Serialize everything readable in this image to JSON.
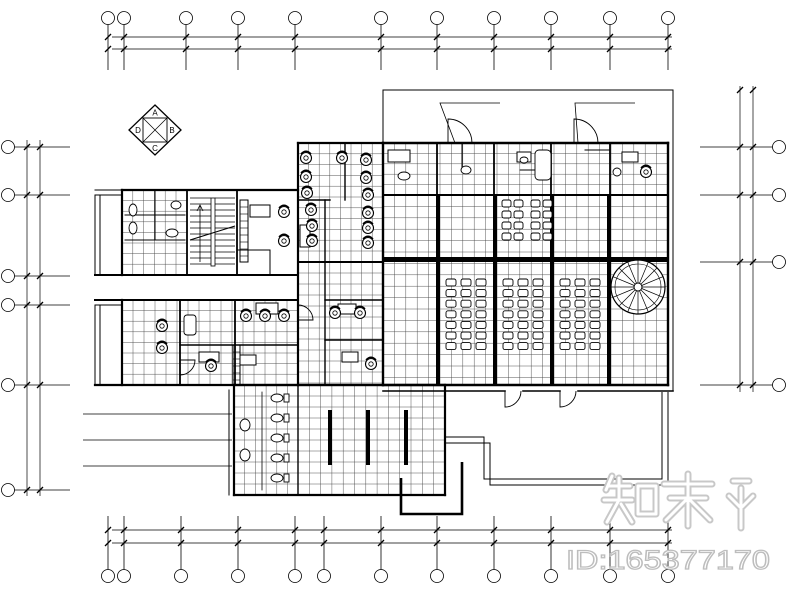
{
  "drawing": {
    "line_color": "#000000",
    "background_color": "#ffffff"
  },
  "compass": {
    "icon": "elevation-index-icon",
    "label_top": "A",
    "label_right": "B",
    "label_bottom": "C",
    "label_left": "D"
  },
  "stair": {
    "icon": "spiral-staircase-icon"
  },
  "watermark": {
    "logo_text": "知末",
    "id_text": "ID:165377170",
    "color": "#c8c8c8"
  }
}
